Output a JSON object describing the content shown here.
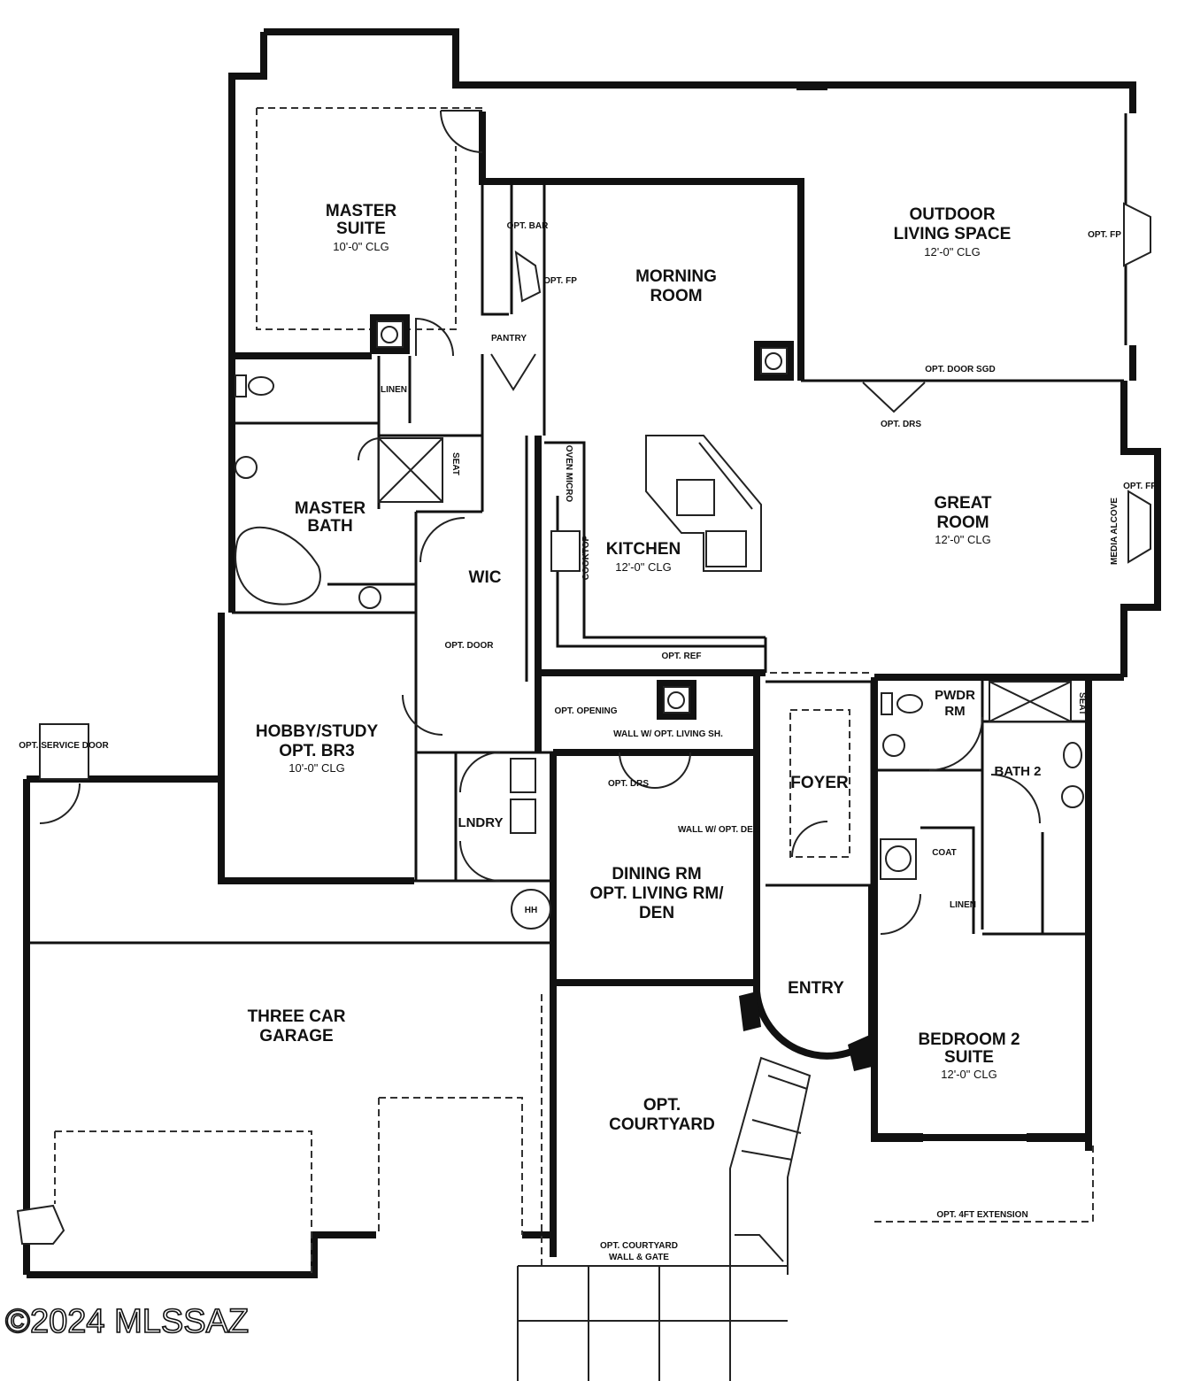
{
  "watermark": "©2024 MLSSAZ",
  "rooms": {
    "master_suite": {
      "name1": "MASTER",
      "name2": "SUITE",
      "clg": "10'-0\" CLG"
    },
    "outdoor": {
      "name1": "OUTDOOR",
      "name2": "LIVING SPACE",
      "clg": "12'-0\" CLG"
    },
    "morning": {
      "name1": "MORNING",
      "name2": "ROOM"
    },
    "great": {
      "name1": "GREAT",
      "name2": "ROOM",
      "clg": "12'-0\" CLG"
    },
    "kitchen": {
      "name": "KITCHEN",
      "clg": "12'-0\" CLG"
    },
    "master_bath": {
      "name1": "MASTER",
      "name2": "BATH"
    },
    "wic": {
      "name": "WIC"
    },
    "pantry": {
      "name": "PANTRY"
    },
    "hobby": {
      "name1": "HOBBY/STUDY",
      "name2": "OPT. BR3",
      "clg": "10'-0\" CLG"
    },
    "laundry": {
      "name": "LNDRY"
    },
    "dining": {
      "name1": "DINING RM",
      "name2": "OPT. LIVING RM/",
      "name3": "DEN"
    },
    "foyer": {
      "name": "FOYER"
    },
    "powder": {
      "name1": "PWDR",
      "name2": "RM"
    },
    "bath2": {
      "name": "BATH 2"
    },
    "entry": {
      "name": "ENTRY"
    },
    "bedroom2": {
      "name1": "BEDROOM 2",
      "name2": "SUITE",
      "clg": "12'-0\" CLG"
    },
    "garage": {
      "name1": "THREE CAR",
      "name2": "GARAGE"
    },
    "courtyard": {
      "name1": "OPT.",
      "name2": "COURTYARD"
    }
  },
  "notes": {
    "opt_bar": "OPT. BAR",
    "opt_fp_morning": "OPT. FP",
    "opt_fp_outdoor": "OPT. FP",
    "opt_fp_great": "OPT. FP",
    "media_alcove": "MEDIA ALCOVE",
    "opt_drs_great": "OPT. DRS",
    "opt_door_sgd": "OPT. DOOR SGD",
    "opt_door_wic": "OPT. DOOR",
    "opt_ref": "OPT. REF",
    "opt_opening": "OPT. OPENING",
    "wall_opt_living": "WALL W/ OPT. LIVING SH.",
    "opt_drs_dining": "OPT. DRS",
    "wall_opt_den": "WALL W/ OPT. DEN",
    "opt_service_door": "OPT. SERVICE DOOR",
    "seat_master": "SEAT",
    "seat_bath2": "SEAT",
    "linen_master": "LINEN",
    "linen_bath2": "LINEN",
    "coat": "COAT",
    "hh": "HH",
    "opt_4ft_extension": "OPT. 4FT EXTENSION",
    "opt_courtyard_wall": "OPT. COURTYARD",
    "opt_courtyard_wall2": "WALL & GATE",
    "cooktop": "COOKTOP",
    "oven_micro": "OVEN MICRO"
  }
}
